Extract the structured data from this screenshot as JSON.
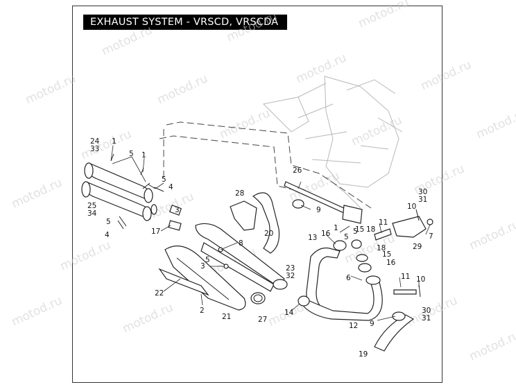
{
  "title": "EXHAUST SYSTEM - VRSCD, VRSCDA",
  "watermark": "motod.ru",
  "labels": [
    {
      "id": "l-24",
      "text": "24"
    },
    {
      "id": "l-33",
      "text": "33"
    },
    {
      "id": "l-1a",
      "text": "1"
    },
    {
      "id": "l-5a",
      "text": "5"
    },
    {
      "id": "l-1b",
      "text": "1"
    },
    {
      "id": "l-5b",
      "text": "5"
    },
    {
      "id": "l-4a",
      "text": "4"
    },
    {
      "id": "l-25",
      "text": "25"
    },
    {
      "id": "l-34",
      "text": "34"
    },
    {
      "id": "l-5c",
      "text": "5"
    },
    {
      "id": "l-4b",
      "text": "4"
    },
    {
      "id": "l-17",
      "text": "17"
    },
    {
      "id": "l-3a",
      "text": "3"
    },
    {
      "id": "l-28",
      "text": "28"
    },
    {
      "id": "l-9a",
      "text": "9"
    },
    {
      "id": "l-26",
      "text": "26"
    },
    {
      "id": "l-30a",
      "text": "30"
    },
    {
      "id": "l-31a",
      "text": "31"
    },
    {
      "id": "l-10a",
      "text": "10"
    },
    {
      "id": "l-20",
      "text": "20"
    },
    {
      "id": "l-8",
      "text": "8"
    },
    {
      "id": "l-1c",
      "text": "1"
    },
    {
      "id": "l-5d",
      "text": "5"
    },
    {
      "id": "l-15a",
      "text": "15"
    },
    {
      "id": "l-18a",
      "text": "18"
    },
    {
      "id": "l-11a",
      "text": "11"
    },
    {
      "id": "l-7",
      "text": "7"
    },
    {
      "id": "l-13",
      "text": "13"
    },
    {
      "id": "l-16a",
      "text": "16"
    },
    {
      "id": "l-5e",
      "text": "5"
    },
    {
      "id": "l-29",
      "text": "29"
    },
    {
      "id": "l-18b",
      "text": "18"
    },
    {
      "id": "l-15b",
      "text": "15"
    },
    {
      "id": "l-16b",
      "text": "16"
    },
    {
      "id": "l-5f",
      "text": "5"
    },
    {
      "id": "l-3b",
      "text": "3"
    },
    {
      "id": "l-23",
      "text": "23"
    },
    {
      "id": "l-32",
      "text": "32"
    },
    {
      "id": "l-6",
      "text": "6"
    },
    {
      "id": "l-11b",
      "text": "11"
    },
    {
      "id": "l-10b",
      "text": "10"
    },
    {
      "id": "l-22",
      "text": "22"
    },
    {
      "id": "l-2",
      "text": "2"
    },
    {
      "id": "l-21",
      "text": "21"
    },
    {
      "id": "l-27",
      "text": "27"
    },
    {
      "id": "l-14",
      "text": "14"
    },
    {
      "id": "l-12",
      "text": "12"
    },
    {
      "id": "l-9b",
      "text": "9"
    },
    {
      "id": "l-30b",
      "text": "30"
    },
    {
      "id": "l-31b",
      "text": "31"
    },
    {
      "id": "l-19",
      "text": "19"
    }
  ]
}
